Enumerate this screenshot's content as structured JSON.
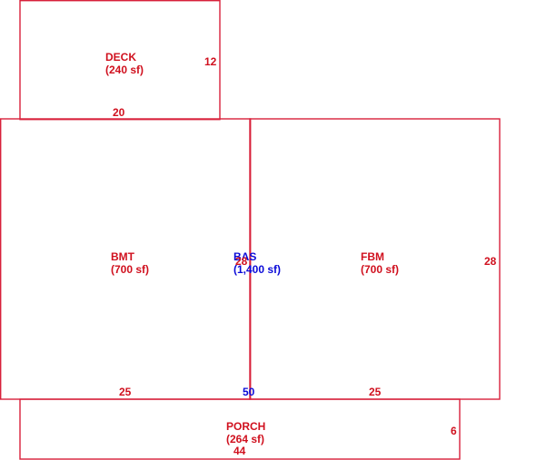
{
  "colors": {
    "outline": "#d8203a",
    "label_red": "#d0101e",
    "label_blue": "#0a0ad8",
    "background": "#ffffff"
  },
  "areas": {
    "deck": {
      "name": "DECK",
      "area": "(240 sf)"
    },
    "bmt": {
      "name": "BMT",
      "area": "(700 sf)"
    },
    "bas": {
      "name": "BAS",
      "area": "(1,400 sf)"
    },
    "fbm": {
      "name": "FBM",
      "area": "(700 sf)"
    },
    "porch": {
      "name": "PORCH",
      "area": "(264 sf)"
    }
  },
  "dimensions": {
    "deck_side": "12",
    "deck_bottom": "20",
    "bas_center": "28",
    "bas_right": "28",
    "bmt_bottom": "25",
    "bas_bottom": "50",
    "fbm_bottom": "25",
    "porch_side": "6",
    "porch_bottom": "44"
  }
}
